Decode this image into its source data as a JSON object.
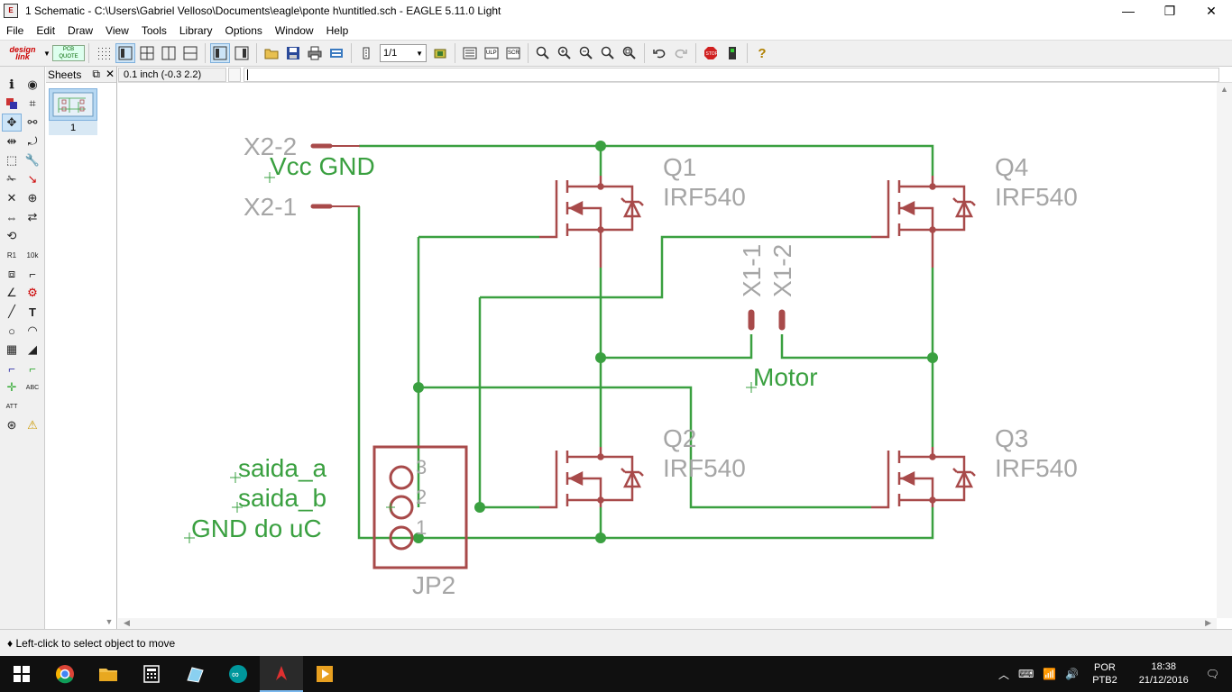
{
  "window": {
    "title": "1 Schematic - C:\\Users\\Gabriel Velloso\\Documents\\eagle\\ponte h\\untitled.sch - EAGLE 5.11.0 Light",
    "minimize": "—",
    "maximize": "❐",
    "close": "✕"
  },
  "menu": {
    "items": [
      "File",
      "Edit",
      "Draw",
      "View",
      "Tools",
      "Library",
      "Options",
      "Window",
      "Help"
    ]
  },
  "toolbar": {
    "logo_design": "design link",
    "logo_pcb": "PCB QUOTE",
    "sheet_value": "1/1",
    "help_label": "?"
  },
  "sheets_panel": {
    "title": "Sheets",
    "float_label": "⧉",
    "close_label": "✕",
    "sheet_number": "1"
  },
  "command": {
    "coordinates": "0.1 inch (-0.3 2.2)",
    "value": ""
  },
  "schematic": {
    "wire_color": "#3aa040",
    "part_color": "#a84a4a",
    "label_color": "#a6a6a6",
    "net_label_color": "#3aa040",
    "labels": {
      "x2_2": "X2-2",
      "x2_1": "X2-1",
      "vcc_gnd": "Vcc GND",
      "q1_name": "Q1",
      "q1_value": "IRF540",
      "q4_name": "Q4",
      "q4_value": "IRF540",
      "q2_name": "Q2",
      "q2_value": "IRF540",
      "q3_name": "Q3",
      "q3_value": "IRF540",
      "x1_1": "X1-1",
      "x1_2": "X1-2",
      "motor": "Motor",
      "saida_a": "saida_a",
      "saida_b": "saida_b",
      "gnd_uc": "GND do uC",
      "jp2": "JP2",
      "pin3": "3",
      "pin2": "2",
      "pin1": "1"
    }
  },
  "status": {
    "text": "♦ Left-click to select object to move"
  },
  "taskbar": {
    "lang_top": "POR",
    "lang_bottom": "PTB2",
    "time": "18:38",
    "date": "21/12/2016"
  }
}
